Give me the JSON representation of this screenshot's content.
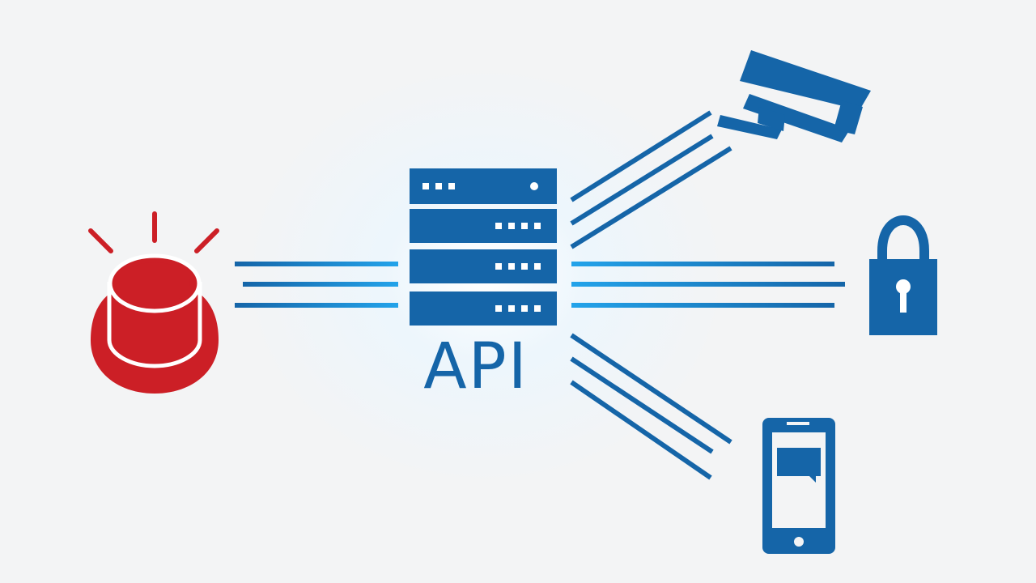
{
  "api": {
    "label": "API"
  },
  "colors": {
    "primary_blue": "#1565a8",
    "line_blue": "#1a8ad4",
    "alarm_red": "#cc1f26",
    "background": "#f3f4f5"
  },
  "nodes": [
    {
      "id": "alarm",
      "icon": "alarm-beacon-icon"
    },
    {
      "id": "server",
      "icon": "server-rack-icon"
    },
    {
      "id": "camera",
      "icon": "security-camera-icon"
    },
    {
      "id": "lock",
      "icon": "padlock-icon"
    },
    {
      "id": "phone",
      "icon": "smartphone-message-icon"
    }
  ],
  "connections": [
    {
      "from": "alarm",
      "to": "server"
    },
    {
      "from": "server",
      "to": "camera"
    },
    {
      "from": "server",
      "to": "lock"
    },
    {
      "from": "server",
      "to": "phone"
    }
  ]
}
